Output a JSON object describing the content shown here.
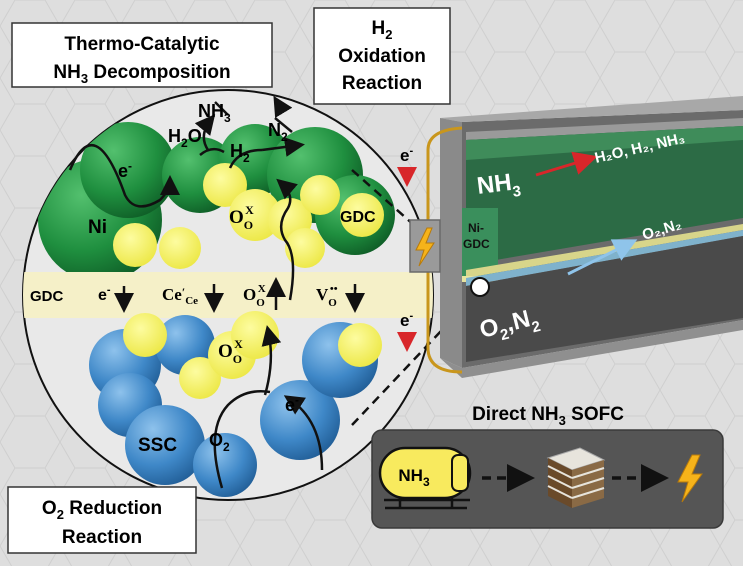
{
  "labels": {
    "thermo_line1": "Thermo-Catalytic",
    "thermo_line2_a": "NH",
    "thermo_line2_sub": "3",
    "thermo_line2_b": " Decomposition",
    "h2ox_a": "H",
    "h2ox_sub": "2",
    "h2ox_line2": "Oxidation",
    "h2ox_line3": "Reaction",
    "o2red_a": "O",
    "o2red_sub": "2",
    "o2red_b": " Reduction",
    "o2red_line2": "Reaction",
    "nh3_top_a": "NH",
    "nh3_top_sub": "3",
    "h2o_a": "H",
    "h2o_sub": "2",
    "h2o_b": "O",
    "n2_a": "N",
    "n2_sub": "2",
    "h2_a": "H",
    "h2_sub": "2",
    "electron_top": "e",
    "electron_sup": "-",
    "ni": "Ni",
    "gdc_right": "GDC",
    "gdc_band": "GDC",
    "e_band": "e",
    "e_band_sup": "-",
    "ce_main": "Ce",
    "ce_prime": "′",
    "ce_sub": "Ce",
    "o_main": "O",
    "o_sub": "O",
    "o_sup": "X",
    "v_main": "V",
    "v_sub": "O",
    "v_sup": "••",
    "ssc": "SSC",
    "o2_a": "O",
    "o2_sub": "2",
    "electron_low": "e",
    "cell_nh3_a": "NH",
    "cell_nh3_sub": "3",
    "cell_products": "H₂O, H₂, NH₃",
    "cell_ni": "Ni-",
    "cell_gdc": "GDC",
    "cell_o2n2_right": "O₂,N₂",
    "cell_o2n2_a": "O",
    "cell_o2n2_sub": "2",
    "cell_o2n2_b": ",N",
    "cell_o2n2_sub2": "2",
    "wire_e_top": "e",
    "wire_e_top_sup": "-",
    "wire_e_bottom": "e",
    "wire_e_bottom_sup": "-",
    "sofc_title_a": "Direct NH",
    "sofc_title_sub": "3",
    "sofc_title_b": " SOFC",
    "tank_a": "NH",
    "tank_sub": "3"
  },
  "colors": {
    "ni_green": "#1f8f3f",
    "gdc_yellow": "#f2ef5a",
    "ssc_blue": "#3f88c8",
    "band": "#f5f0c8",
    "cell_green": "#2c6b45",
    "wire": "#c9961c",
    "red_arrow": "#d8262a",
    "blue_arrow": "#8fc4ea"
  },
  "icons": [
    "lightning-icon",
    "nh3-tank-icon",
    "fuel-cell-stack-icon"
  ]
}
